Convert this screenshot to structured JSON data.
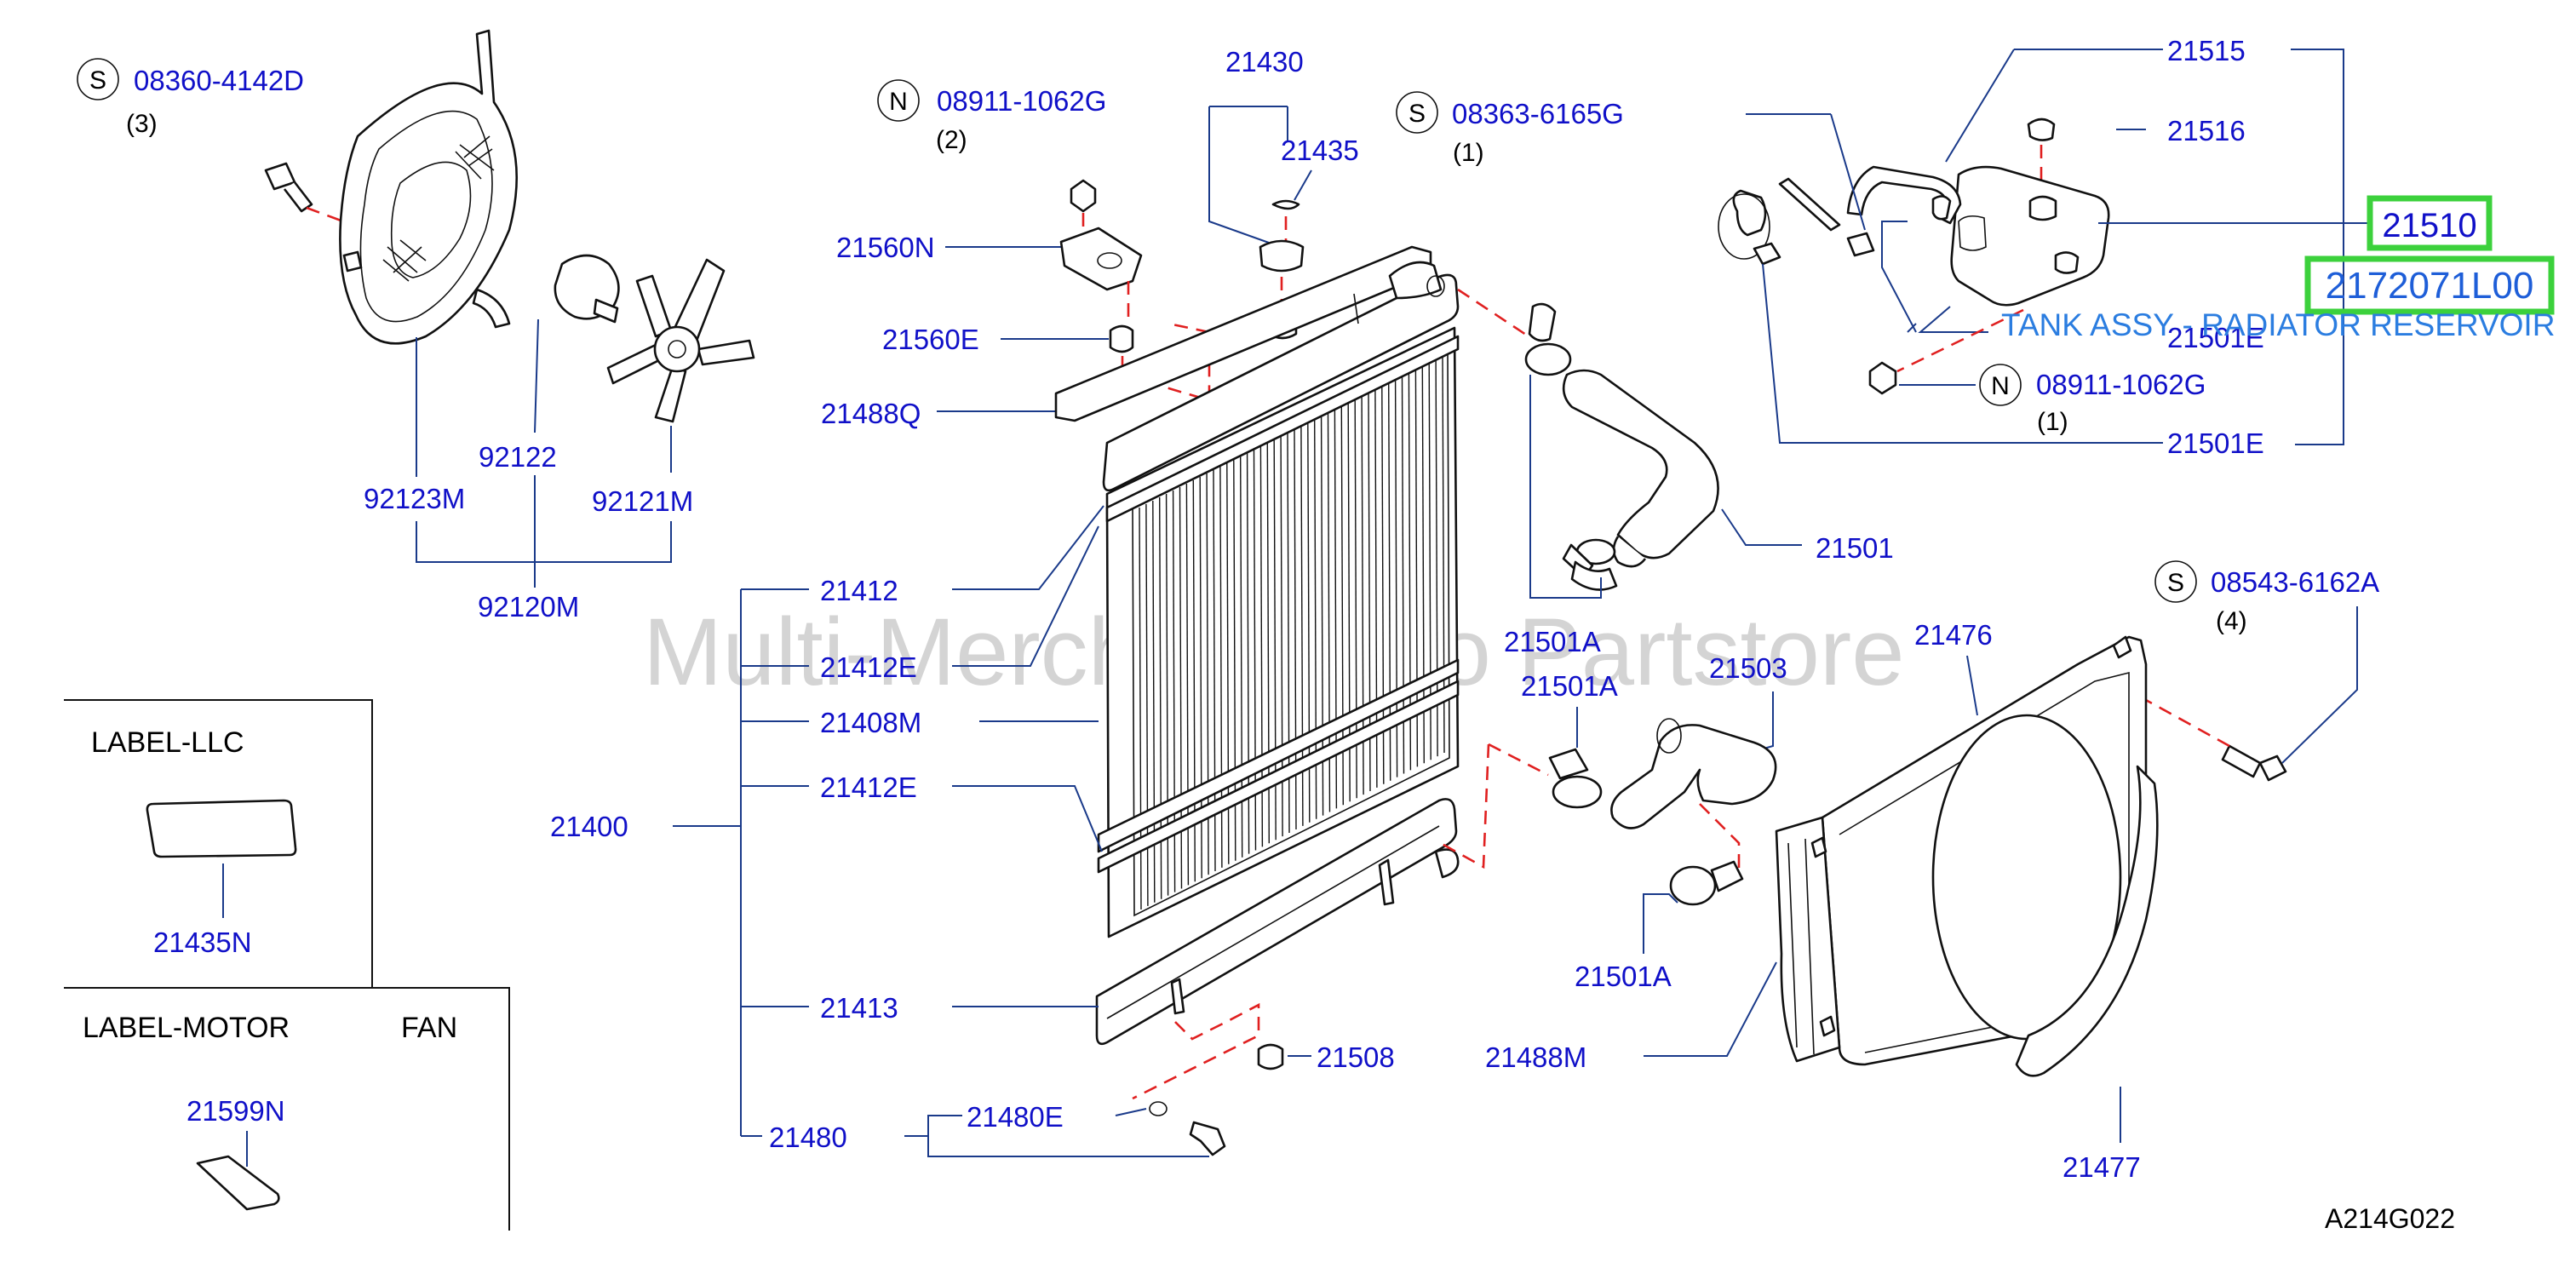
{
  "diagram_code": "A214G022",
  "watermark": "Multi-Merchant Auto Partstore",
  "highlight": {
    "part_number": "2172071L00",
    "part_no": "21510",
    "description": "TANK ASSY - RADIATOR RESERVOIR",
    "color": "#3cd13c"
  },
  "symbols": {
    "s": "S",
    "n": "N"
  },
  "boxes": {
    "llc": {
      "title": "LABEL-LLC",
      "part": "21435N"
    },
    "motor": {
      "title_left": "LABEL-MOTOR",
      "title_right": "FAN",
      "part": "21599N"
    }
  },
  "fasteners": {
    "f1": {
      "number": "08360-4142D",
      "qty": "(3)"
    },
    "f2": {
      "number": "08911-1062G",
      "qty": "(2)"
    },
    "f3": {
      "number": "08363-6165G",
      "qty": "(1)"
    },
    "f4": {
      "number": "08911-1062G",
      "qty": "(1)"
    },
    "f5": {
      "number": "08543-6162A",
      "qty": "(4)"
    }
  },
  "labels": {
    "p92122": "92122",
    "p92123M": "92123M",
    "p92121M": "92121M",
    "p92120M": "92120M",
    "p21430": "21430",
    "p21435": "21435",
    "p21560N": "21560N",
    "p21560E": "21560E",
    "p21488Q": "21488Q",
    "p21412": "21412",
    "p21412E_top": "21412E",
    "p21408M": "21408M",
    "p21412E_bot": "21412E",
    "p21400": "21400",
    "p21413": "21413",
    "p21480": "21480",
    "p21480E": "21480E",
    "p21508": "21508",
    "p21515": "21515",
    "p21516": "21516",
    "p21501E_top": "21501E",
    "p21501E_bot": "21501E",
    "p21501": "21501",
    "p21501A_1": "21501A",
    "p21501A_2": "21501A",
    "p21501A_3": "21501A",
    "p21503": "21503",
    "p21476": "21476",
    "p21488M": "21488M",
    "p21477": "21477"
  }
}
